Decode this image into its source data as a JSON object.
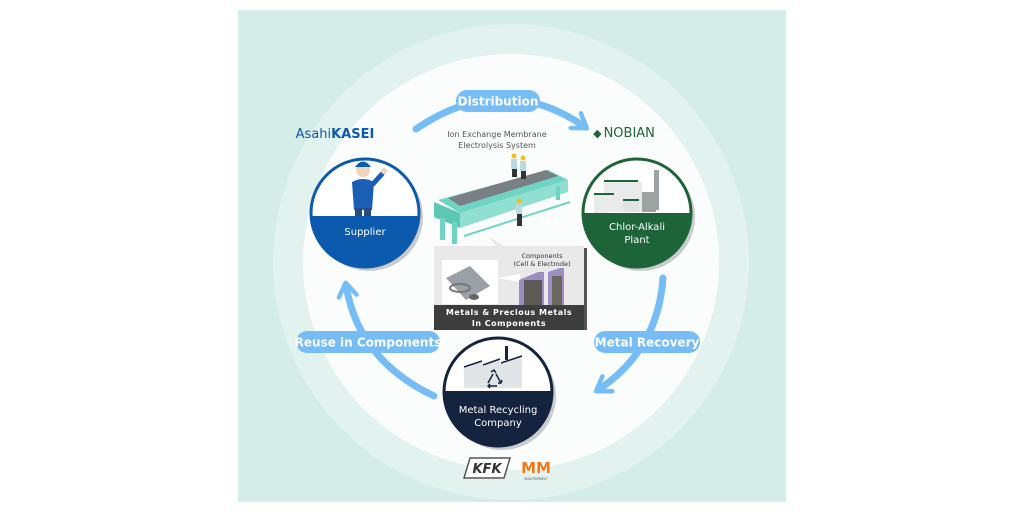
{
  "diagram": {
    "title": "Ion Exchange Membrane Electrolysis System metal recycling loop",
    "center": {
      "title_line1": "Ion Exchange Membrane",
      "title_line2": "Electrolysis System",
      "components_label_line1": "Components",
      "components_label_line2": "(Cell & Electrode)",
      "banner_line1": "Metals & Precious Metals",
      "banner_line2": "In Components"
    },
    "nodes": {
      "supplier": {
        "logo_regular": "Asahi",
        "logo_bold": "KASEI",
        "label": "Supplier",
        "color": "#0c5aad"
      },
      "plant": {
        "logo_symbol": "◆",
        "logo_text": "NOBIAN",
        "label_line1": "Chlor-Alkali",
        "label_line2": "Plant",
        "color": "#1d6439"
      },
      "recycler": {
        "label_line1": "Metal Recycling",
        "label_line2": "Company",
        "color": "#14233e"
      }
    },
    "flows": {
      "distribution": "Distribution",
      "metal_recovery": "Metal Recovery",
      "reuse": "Reuse in Components",
      "arrow_color": "#76bdf6"
    },
    "partner_logos": {
      "kfk": "KFK",
      "mm": "MM",
      "mm_caption": "MASTERMELT"
    },
    "colors": {
      "background": "#d5ede8",
      "inner_circle": "#fbfdfd",
      "banner": "#3d3d3d",
      "machine": "#6fd5c2"
    }
  }
}
